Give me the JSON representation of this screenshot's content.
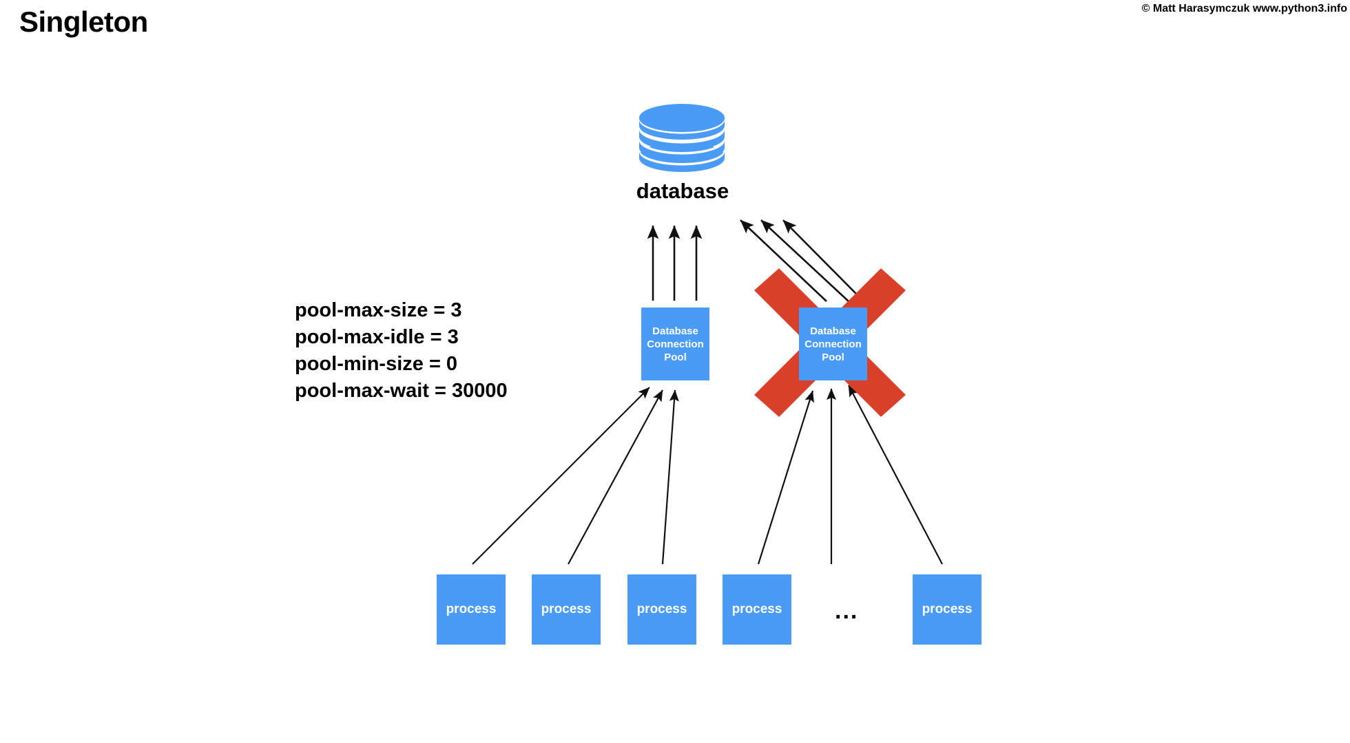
{
  "slide": {
    "title": "Singleton",
    "copyright": "© Matt Harasymczuk www.python3.info",
    "background_color": "#ffffff"
  },
  "colors": {
    "node_blue": "#4a9bf5",
    "cross_red": "#d8402a",
    "text_black": "#000000",
    "node_text": "#ffffff"
  },
  "diagram": {
    "database": {
      "icon": "database-cylinder-icon",
      "label": "database",
      "disc_count": 6
    },
    "config": {
      "lines": [
        "pool-max-size = 3",
        "pool-max-idle = 3",
        "pool-min-size = 0",
        "pool-max-wait = 30000"
      ]
    },
    "pools": [
      {
        "id": "pool-a",
        "label": "Database Connection Pool",
        "line1": "Database",
        "line2": "Connection",
        "line3": "Pool",
        "crossed_out": false
      },
      {
        "id": "pool-b",
        "label": "Database Connection Pool",
        "line1": "Database",
        "line2": "Connection",
        "line3": "Pool",
        "crossed_out": true
      }
    ],
    "cross_mark": {
      "icon": "red-cross-out-icon",
      "color": "#d8402a",
      "meaning": "not allowed"
    },
    "processes": [
      {
        "label": "process"
      },
      {
        "label": "process"
      },
      {
        "label": "process"
      },
      {
        "label": "process"
      },
      {
        "label": "process"
      }
    ],
    "ellipsis": "...",
    "arrows": {
      "pool_a_to_database": 3,
      "pool_b_to_database": 3,
      "processes_to_pool_a": 3,
      "processes_to_pool_b": 3
    }
  }
}
